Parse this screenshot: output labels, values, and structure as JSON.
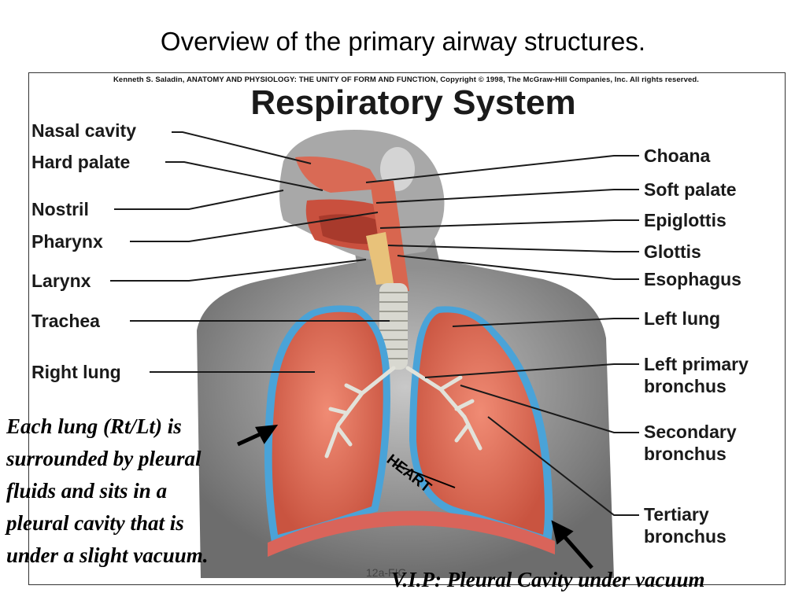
{
  "slide": {
    "title": "Overview of the primary airway structures."
  },
  "figure": {
    "credit": "Kenneth S. Saladin, ANATOMY AND PHYSIOLOGY: THE UNITY OF FORM AND FUNCTION, Copyright © 1998, The McGraw-Hill Companies, Inc.  All rights reserved.",
    "title": "Respiratory System",
    "code": "12a-FIG",
    "labels_left": [
      "Nasal cavity",
      "Hard palate",
      "Nostril",
      "Pharynx",
      "Larynx",
      "Trachea",
      "Right lung"
    ],
    "labels_right": [
      "Choana",
      "Soft palate",
      "Epiglottis",
      "Glottis",
      "Esophagus",
      "Left lung",
      "Left primary",
      "bronchus",
      "Secondary",
      "bronchus",
      "Tertiary",
      "bronchus"
    ]
  },
  "annotations": {
    "heart": "HEART",
    "note_lines": [
      "Each lung (Rt/Lt) is",
      "surrounded by pleural",
      "fluids and sits in a",
      "pleural cavity that is",
      "under a slight vacuum."
    ],
    "vip": "V.I.P: Pleural Cavity under vacuum"
  },
  "colors": {
    "lung": "#e2705a",
    "pleura": "#4aa3d8",
    "skin": "#9a9a9a",
    "trachea": "#d8d8d0"
  }
}
